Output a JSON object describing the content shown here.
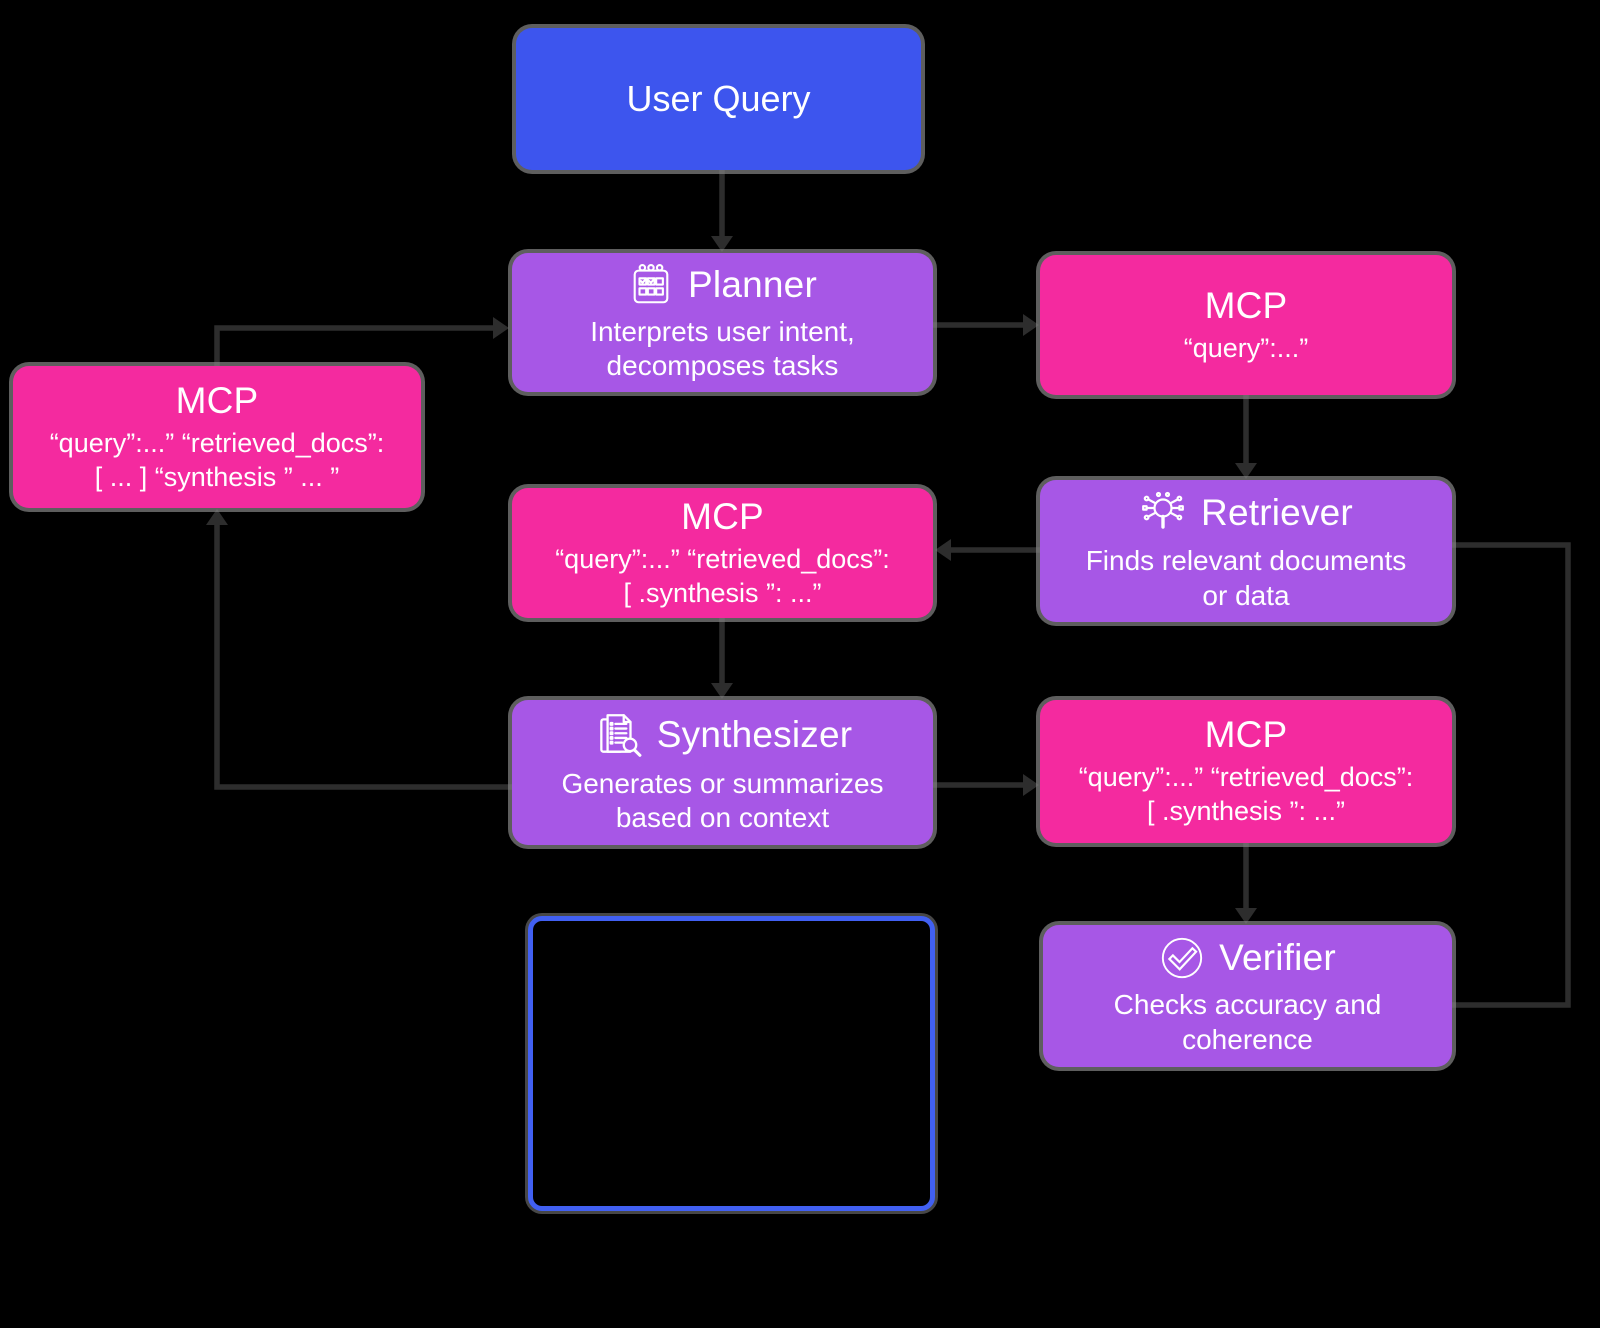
{
  "colors": {
    "background": "#000000",
    "user_query_blue": "#3d55ee",
    "agent_purple": "#a757e6",
    "mcp_pink": "#f42a9f",
    "connector_dark": "#2d2d2d",
    "shadow_gray": "#828282",
    "output_border_blue": "#4160f2",
    "text_white": "#ffffff"
  },
  "nodes": {
    "user_query": {
      "title": "User Query"
    },
    "planner": {
      "title": "Planner",
      "icon": "calendar-icon",
      "lines": [
        "Interprets user intent,",
        "decomposes tasks"
      ]
    },
    "mcp_top_right": {
      "title": "MCP",
      "lines": [
        "“query”:...”"
      ]
    },
    "mcp_left": {
      "title": "MCP",
      "lines": [
        "“query”:...” “retrieved_docs”:",
        "[ ... ] “synthesis ” ... ”"
      ]
    },
    "mcp_middle": {
      "title": "MCP",
      "lines": [
        "“query”:...” “retrieved_docs”:",
        "[ .synthesis ”: ...”"
      ]
    },
    "retriever": {
      "title": "Retriever",
      "icon": "search-network-icon",
      "lines": [
        "Finds relevant documents",
        "or data"
      ]
    },
    "synthesizer": {
      "title": "Synthesizer",
      "icon": "document-search-icon",
      "lines": [
        "Generates or summarizes",
        "based on context"
      ]
    },
    "mcp_right": {
      "title": "MCP",
      "lines": [
        "“query”:...” “retrieved_docs”:",
        "[ .synthesis ”: ...”"
      ]
    },
    "verifier": {
      "title": "Verifier",
      "icon": "check-circle-icon",
      "lines": [
        "Checks accuracy and",
        "coherence"
      ]
    }
  },
  "edges": [
    {
      "from": "user-query",
      "to": "planner",
      "directed": true
    },
    {
      "from": "planner",
      "to": "mcp-top-right",
      "directed": true
    },
    {
      "from": "mcp-top-right",
      "to": "retriever",
      "directed": true
    },
    {
      "from": "retriever",
      "to": "mcp-middle",
      "directed": true
    },
    {
      "from": "mcp-middle",
      "to": "synthesizer",
      "directed": true
    },
    {
      "from": "synthesizer",
      "to": "mcp-right",
      "directed": true
    },
    {
      "from": "mcp-right",
      "to": "verifier",
      "directed": true
    },
    {
      "from": "synthesizer",
      "to": "mcp-left",
      "directed": true
    },
    {
      "from": "mcp-left",
      "to": "planner",
      "directed": true
    },
    {
      "from": "retriever",
      "to": "verifier",
      "directed": false
    }
  ]
}
